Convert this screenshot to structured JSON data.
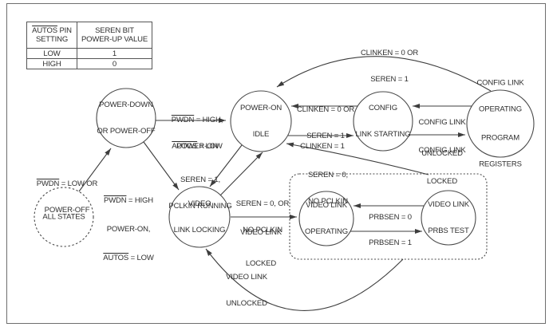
{
  "diagram": {
    "legend_table": {
      "header_col1": {
        "ov": "AUTOS",
        "rest": " PIN",
        "line2": "SETTING"
      },
      "header_col2": {
        "line1": "SEREN BIT",
        "line2": "POWER-UP VALUE"
      },
      "rows": [
        {
          "setting": "LOW",
          "value": "1"
        },
        {
          "setting": "HIGH",
          "value": "0"
        }
      ]
    },
    "states": {
      "all_states": {
        "lines": [
          "ALL STATES"
        ]
      },
      "power_down": {
        "lines": [
          "POWER-DOWN",
          "OR POWER-OFF"
        ]
      },
      "power_on_idle": {
        "lines": [
          "POWER-ON",
          "IDLE"
        ]
      },
      "config_link_starting": {
        "lines": [
          "CONFIG",
          "LINK STARTING"
        ]
      },
      "config_link_operating": {
        "lines": [
          "CONFIG LINK",
          "OPERATING",
          "PROGRAM",
          "REGISTERS"
        ]
      },
      "video_link_locking": {
        "lines": [
          "VIDEO",
          "LINK LOCKING"
        ]
      },
      "video_link_operating": {
        "lines": [
          "VIDEO LINK",
          "OPERATING"
        ]
      },
      "video_link_prbs": {
        "lines": [
          "VIDEO LINK",
          "PRBS TEST"
        ]
      }
    },
    "transition_labels": {
      "clinken0_top": {
        "l1": "CLINKEN = 0 OR",
        "l2": "SEREN = 1"
      },
      "clinken0_mid": {
        "l1": "CLINKEN = 0 OR",
        "l2": "SEREN = 1"
      },
      "clinken1": {
        "l1": "CLINKEN = 1"
      },
      "config_unlocked": {
        "l1": "CONFIG LINK",
        "l2": "UNLOCKED"
      },
      "config_locked": {
        "l1": "CONFIG LINK",
        "l2": "LOCKED"
      },
      "pwdn_high_to_idle": {
        "l1_ov": "PWDN",
        "l1_rest": " = HIGH,",
        "l2": "POWER-ON",
        "l3_ov": "AUTOS",
        "l3_rest": " = LOW"
      },
      "pwdn_low": {
        "l1_ov": "PWDN",
        "l1_rest": " = LOW OR",
        "l2": "POWER-OFF"
      },
      "pwdn_high_to_locking": {
        "l1_ov": "PWDN",
        "l1_rest": " = HIGH",
        "l2": "POWER-ON,",
        "l3_ov": "AUTOS",
        "l3_rest": " = LOW"
      },
      "seren1": {
        "l1": "SEREN = 1,",
        "l2": "PCLKIN RUNNING"
      },
      "seren0_or": {
        "l1": "SEREN = 0, OR",
        "l2": "NO PCLKIN"
      },
      "seren0_curve": {
        "l1": "SEREN = 0,",
        "l2": "NO PCLKIN"
      },
      "video_locked": {
        "l1": "VIDEO LINK",
        "l2": "LOCKED"
      },
      "video_unlocked": {
        "l1": "VIDEO LINK",
        "l2": "UNLOCKED"
      },
      "prbsen0": {
        "l1": "PRBSEN = 0"
      },
      "prbsen1": {
        "l1": "PRBSEN = 1"
      }
    },
    "colors": {
      "line": "#4a4a4a",
      "text": "#2e2e2e",
      "background": "#ffffff"
    }
  }
}
